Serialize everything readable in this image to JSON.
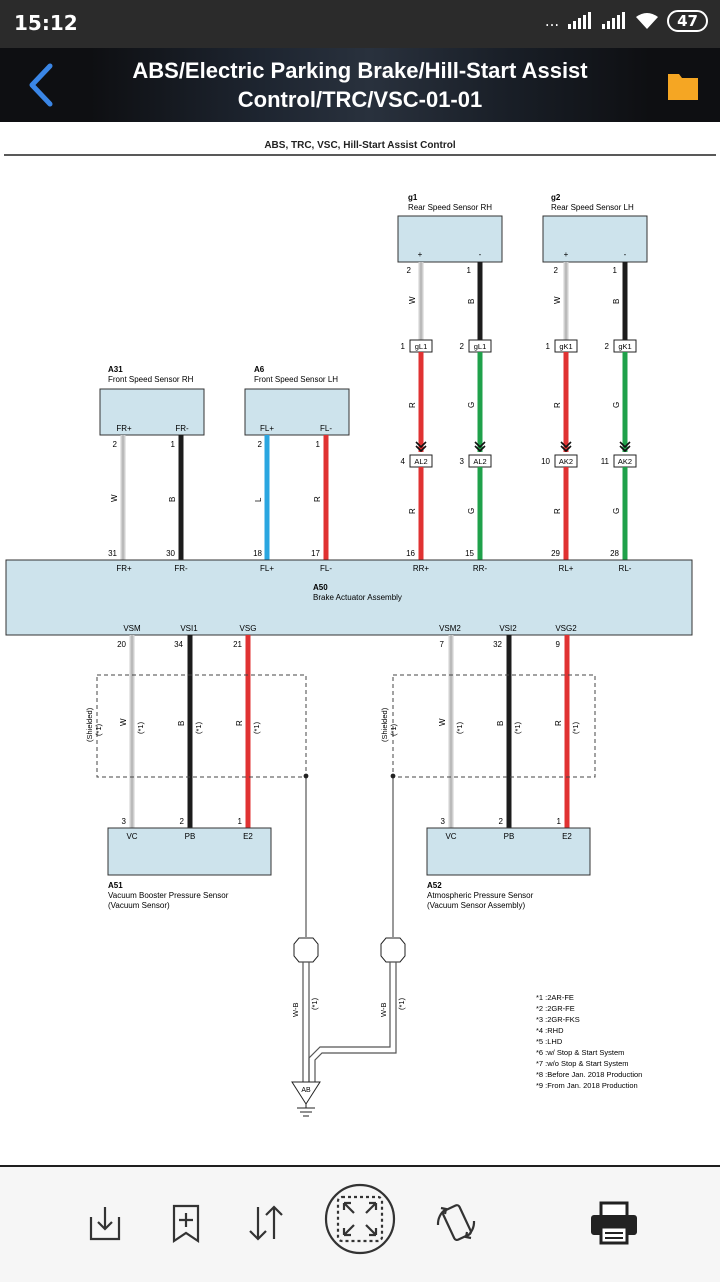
{
  "status": {
    "time": "15:12",
    "signal_dots": "...",
    "battery": "47"
  },
  "header": {
    "title": "ABS/Electric Parking Brake/Hill-Start Assist Control/TRC/VSC-01-01"
  },
  "diagram": {
    "heading": "ABS, TRC, VSC, Hill-Start Assist Control",
    "colors": {
      "W": "#cfcfcf",
      "B": "#1c1c1c",
      "L": "#2aa6e0",
      "R": "#e03232",
      "G": "#1fa14a",
      "box": "#cde3ec"
    },
    "sensor_g1": {
      "ref": "g1",
      "name": "Rear Speed Sensor RH",
      "pin_plus": "+",
      "pin_minus": "-",
      "num_left": "2",
      "num_right": "1",
      "wire_left": "W",
      "wire_right": "B"
    },
    "sensor_g2": {
      "ref": "g2",
      "name": "Rear Speed Sensor LH",
      "pin_plus": "+",
      "pin_minus": "-",
      "num_left": "2",
      "num_right": "1",
      "wire_left": "W",
      "wire_right": "B"
    },
    "conn_gL1": {
      "label": "gL1",
      "pin_left": "1",
      "pin_right": "2",
      "wire_left": "R",
      "wire_right": "G"
    },
    "conn_gK1": {
      "label": "gK1",
      "pin_left": "1",
      "pin_right": "2",
      "wire_left": "R",
      "wire_right": "G"
    },
    "conn_AL2": {
      "label": "AL2",
      "pin_left": "4",
      "pin_right": "3",
      "wire_left": "R",
      "wire_right": "G"
    },
    "conn_AK2": {
      "label": "AK2",
      "pin_left": "10",
      "pin_right": "11",
      "wire_left": "R",
      "wire_right": "G"
    },
    "sensor_A31": {
      "ref": "A31",
      "name": "Front Speed Sensor RH",
      "pin_left": "FR+",
      "pin_right": "FR-",
      "num_left": "2",
      "num_right": "1",
      "wire_left": "W",
      "wire_right": "B"
    },
    "sensor_A6": {
      "ref": "A6",
      "name": "Front Speed Sensor LH",
      "pin_left": "FL+",
      "pin_right": "FL-",
      "num_left": "2",
      "num_right": "1",
      "wire_left": "L",
      "wire_right": "R"
    },
    "actuator": {
      "ref": "A50",
      "name": "Brake Actuator Assembly",
      "top_pins": [
        {
          "num": "31",
          "name": "FR+"
        },
        {
          "num": "30",
          "name": "FR-"
        },
        {
          "num": "18",
          "name": "FL+"
        },
        {
          "num": "17",
          "name": "FL-"
        },
        {
          "num": "16",
          "name": "RR+"
        },
        {
          "num": "15",
          "name": "RR-"
        },
        {
          "num": "29",
          "name": "RL+"
        },
        {
          "num": "28",
          "name": "RL-"
        }
      ],
      "bottom_pins": [
        {
          "name": "VSM",
          "num": "20"
        },
        {
          "name": "VSI1",
          "num": "34"
        },
        {
          "name": "VSG",
          "num": "21"
        },
        {
          "name": "VSM2",
          "num": "7"
        },
        {
          "name": "VSI2",
          "num": "32"
        },
        {
          "name": "VSG2",
          "num": "9"
        }
      ]
    },
    "shielded_label": "(Shielded)",
    "footnote_ref": "(*1)",
    "sensor_A51": {
      "ref": "A51",
      "name": "Vacuum Booster Pressure Sensor",
      "sub": "(Vacuum Sensor)",
      "pins": [
        "VC",
        "PB",
        "E2"
      ],
      "nums": [
        "3",
        "2",
        "1"
      ],
      "wires": [
        "W",
        "B",
        "R"
      ]
    },
    "sensor_A52": {
      "ref": "A52",
      "name": "Atmospheric Pressure Sensor",
      "sub": "(Vacuum Sensor Assembly)",
      "pins": [
        "VC",
        "PB",
        "E2"
      ],
      "nums": [
        "3",
        "2",
        "1"
      ],
      "wires": [
        "W",
        "B",
        "R"
      ]
    },
    "ground_wire": "W-B",
    "ground_label": "AB",
    "notes": [
      "*1 :2AR-FE",
      "*2 :2GR-FE",
      "*3 :2GR-FKS",
      "*4 :RHD",
      "*5 :LHD",
      "*6 :w/ Stop & Start System",
      "*7 :w/o Stop & Start System",
      "*8 :Before Jan. 2018 Production",
      "*9 :From Jan. 2018 Production"
    ]
  },
  "toolbar": {
    "items": [
      {
        "icon": "download-icon"
      },
      {
        "icon": "bookmark-add-icon"
      },
      {
        "icon": "sort-icon"
      },
      {
        "icon": "fullscreen-icon"
      },
      {
        "icon": "rotate-icon"
      },
      {
        "icon": "print-icon"
      }
    ]
  }
}
